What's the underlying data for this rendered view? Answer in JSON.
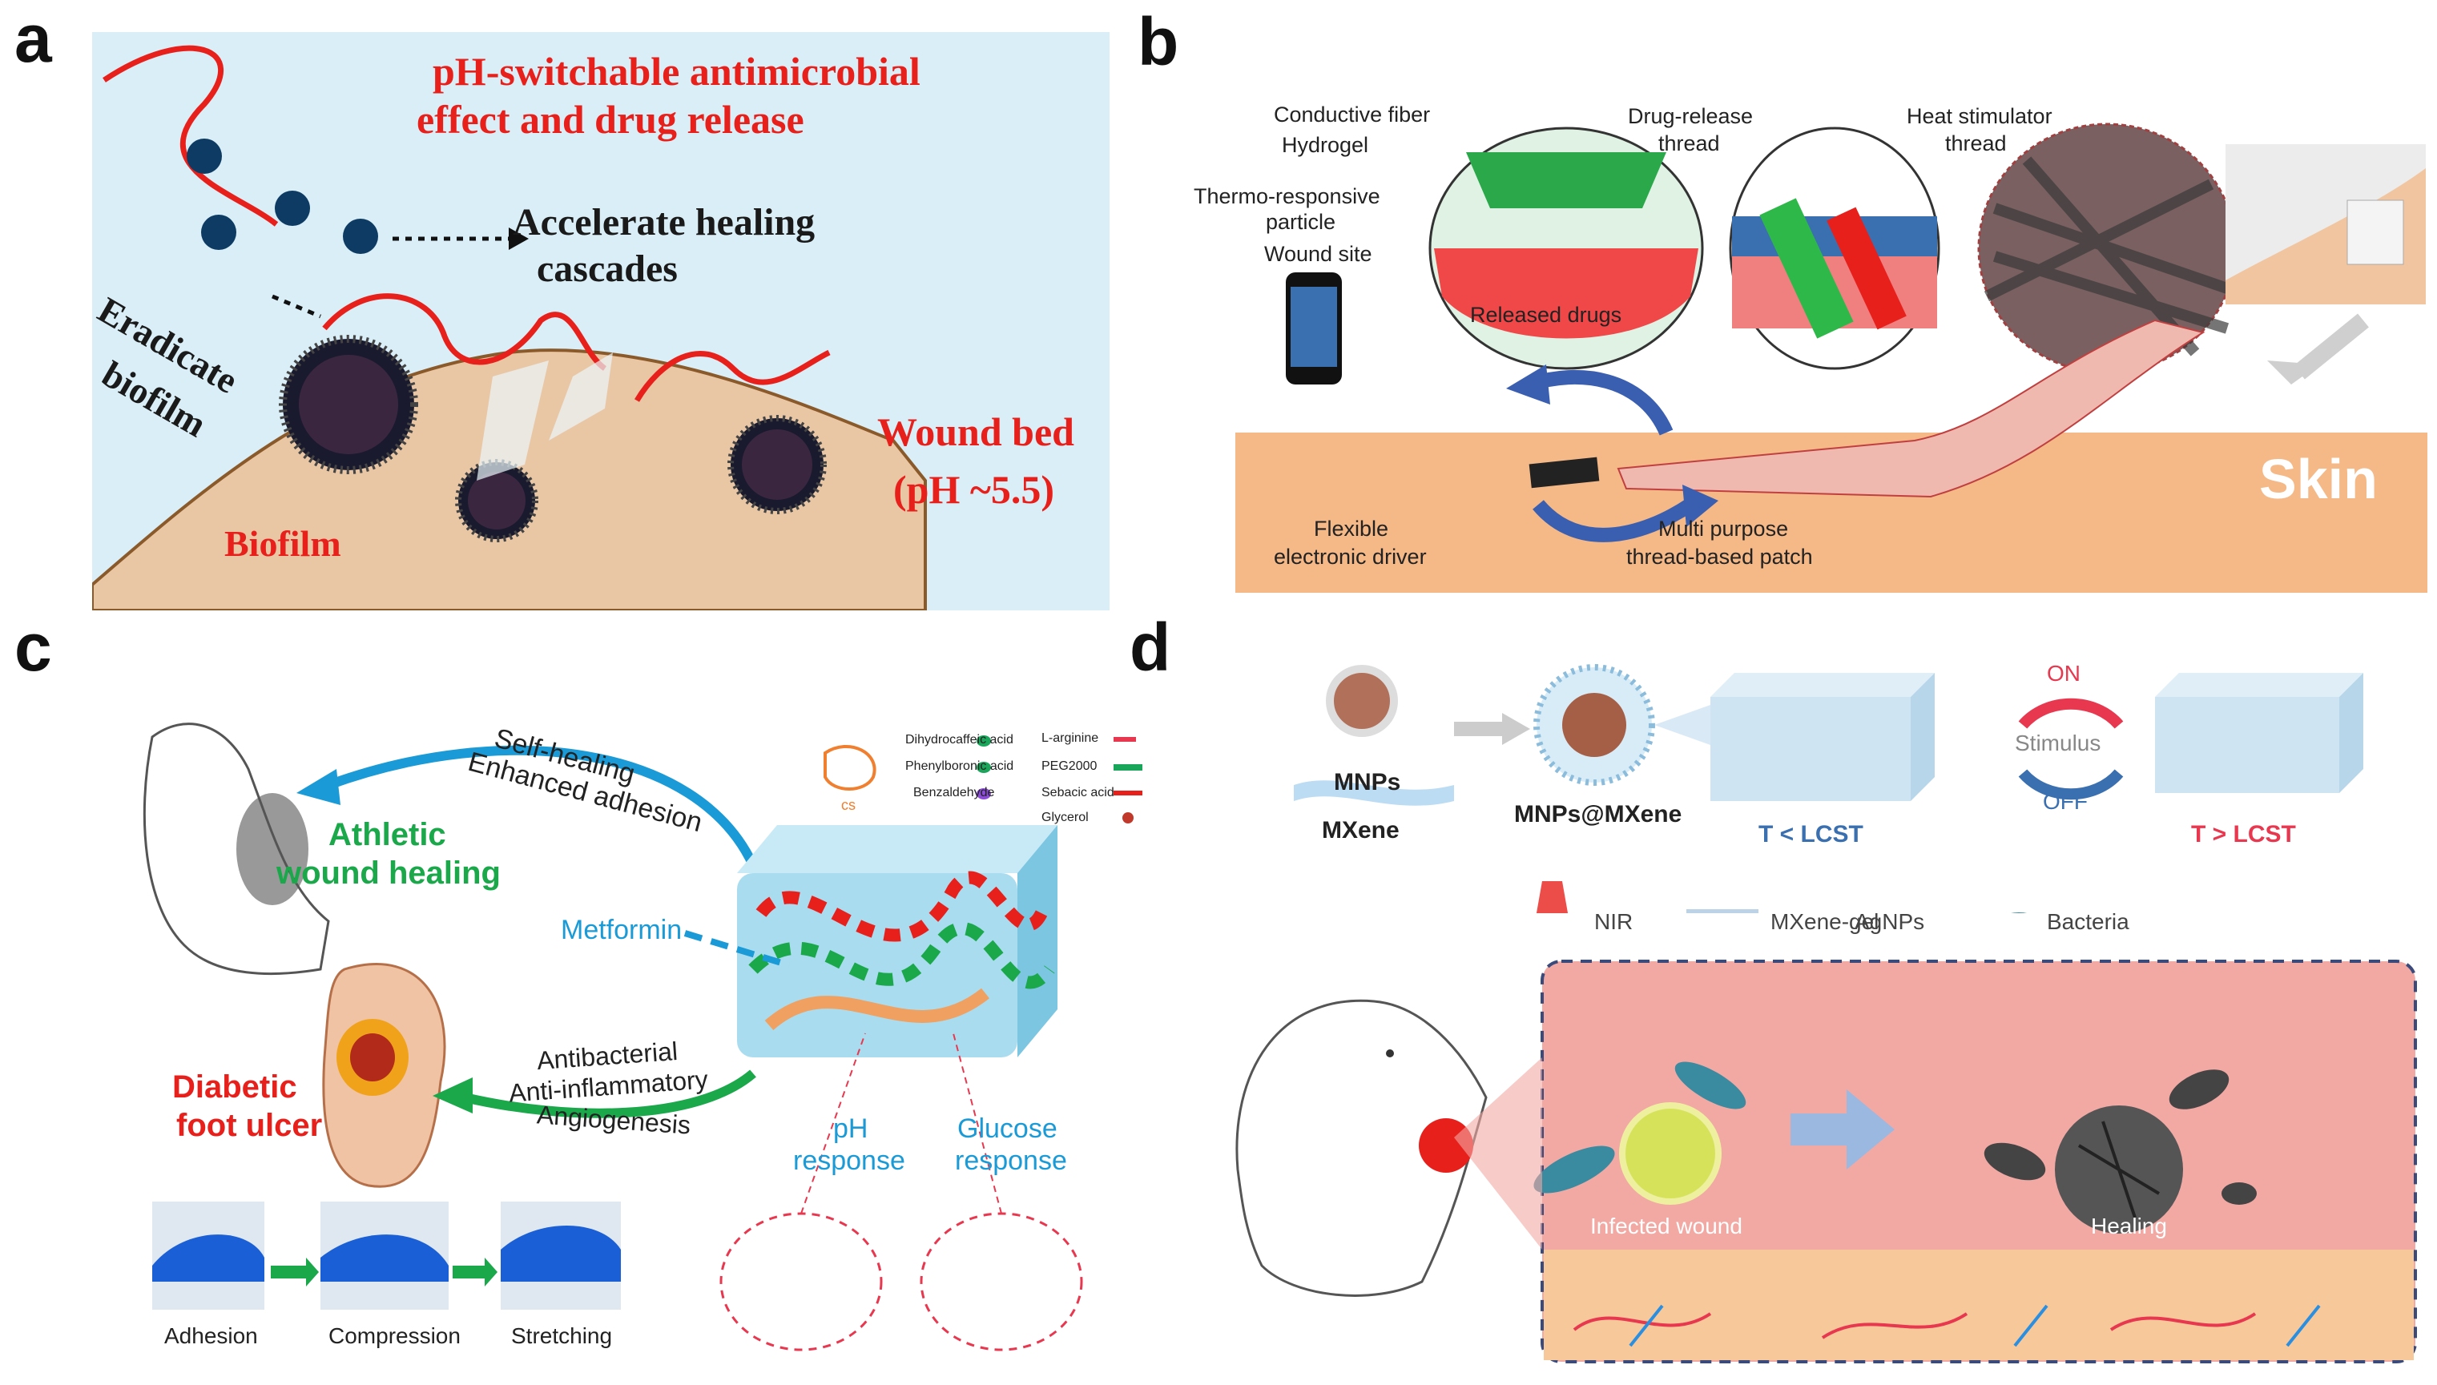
{
  "panels": {
    "a": {
      "letter": "a",
      "title_line1": "pH-switchable antimicrobial",
      "title_line2": "effect and drug release",
      "accelerate_line1": "Accelerate healing",
      "accelerate_line2": "cascades",
      "eradicate_line1": "Eradicate",
      "eradicate_line2": "biofilm",
      "wound_bed_line1": "Wound bed",
      "wound_bed_line2": "(pH ~5.5)",
      "biofilm": "Biofilm",
      "colors": {
        "background": "#d9eef6",
        "text_red": "#e8201c",
        "wound": "#e9c7a5"
      }
    },
    "b": {
      "letter": "b",
      "conductive_fiber": "Conductive fiber",
      "hydrogel": "Hydrogel",
      "thermo_line1": "Thermo-responsive",
      "thermo_line2": "particle",
      "wound_site": "Wound site",
      "released_drugs": "Released drugs",
      "drug_release_line1": "Drug-release",
      "drug_release_line2": "thread",
      "heat_stim_line1": "Heat stimulator",
      "heat_stim_line2": "thread",
      "skin": "Skin",
      "flexible_line1": "Flexible",
      "flexible_line2": "electronic driver",
      "multi_line1": "Multi purpose",
      "multi_line2": "thread-based patch",
      "colors": {
        "skin": "#f5b887"
      }
    },
    "c": {
      "letter": "c",
      "self_healing": "Self-healing",
      "enhanced_adhesion": "Enhanced adhesion",
      "athletic_line1": "Athletic",
      "athletic_line2": "wound healing",
      "metformin": "Metformin",
      "diabetic_line1": "Diabetic",
      "diabetic_line2": "foot ulcer",
      "antibacterial": "Antibacterial",
      "anti_inflammatory": "Anti-inflammatory",
      "angiogenesis": "Angiogenesis",
      "ph_response_line1": "pH",
      "ph_response_line2": "response",
      "glucose_line1": "Glucose",
      "glucose_line2": "response",
      "adhesion": "Adhesion",
      "compression": "Compression",
      "stretching": "Stretching",
      "cs": "cs",
      "legend": [
        {
          "label": "Dihydrocaffeic acid",
          "color": "#19a65a"
        },
        {
          "label": "Phenylboronic acid",
          "color": "#19a65a"
        },
        {
          "label": "Benzaldehyde",
          "color": "#8a4bd6"
        },
        {
          "label": "L-arginine",
          "color": "#e8384f"
        },
        {
          "label": "PEG2000",
          "color": "#19a65a"
        },
        {
          "label": "Sebacic acid",
          "color": "#e8201c"
        },
        {
          "label": "Glycerol",
          "color": "#c0392b"
        }
      ],
      "colors": {
        "green": "#1aa84a",
        "red": "#e8201c",
        "blue": "#1a9ad6"
      }
    },
    "d": {
      "letter": "d",
      "mnps": "MNPs",
      "mxene": "MXene",
      "mnps_mxene": "MNPs@MXene",
      "t_below": "T < LCST",
      "t_above": "T > LCST",
      "on": "ON",
      "stimulus": "Stimulus",
      "off": "OFF",
      "nir": "NIR",
      "mxene_gel": "MXene-gel",
      "agnps": "AgNPs",
      "bacteria": "Bacteria",
      "infected_wound": "Infected wound",
      "healing": "Healing",
      "colors": {
        "blue_text": "#3a6fb0",
        "red_text": "#e8384f",
        "wound_bg": "#f2a9a4"
      }
    }
  }
}
